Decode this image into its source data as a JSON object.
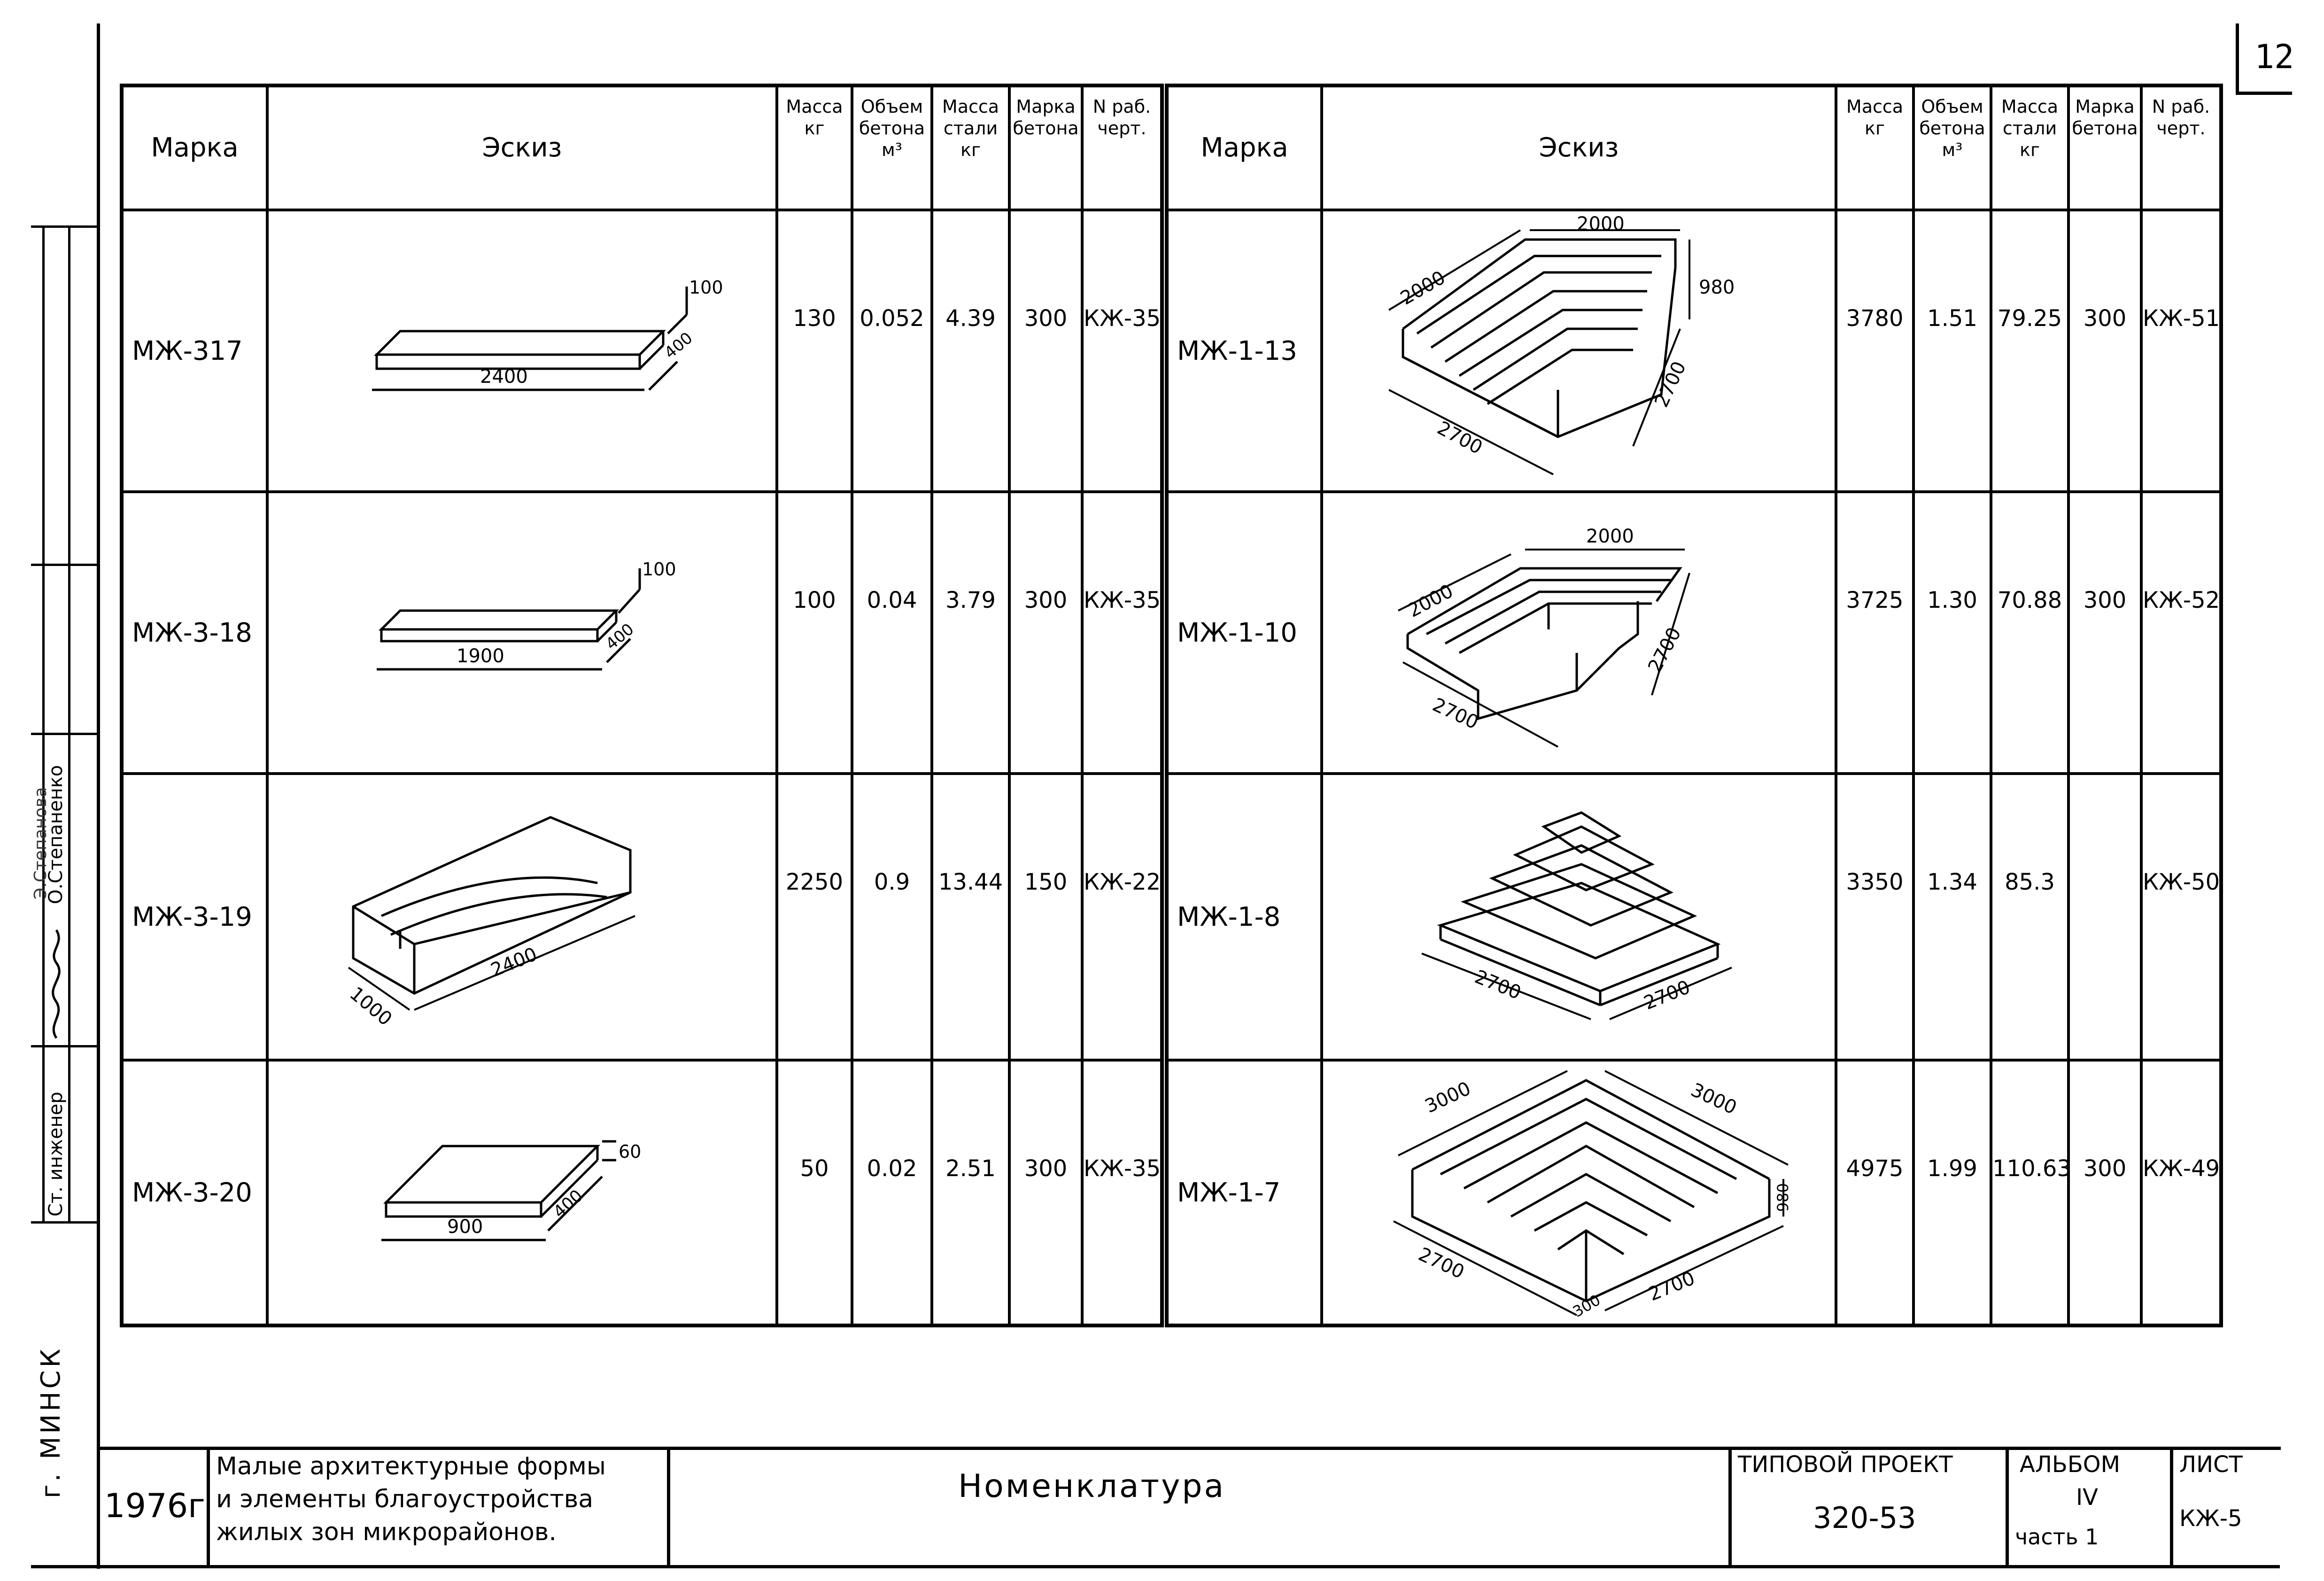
{
  "sheet_number": "12",
  "headers": {
    "mark": "Марка",
    "sketch": "Эскиз",
    "mass": "Масса кг",
    "concrete_volume": "Объем бетона м³",
    "steel_mass": "Масса стали кг",
    "concrete_grade": "Марка бетона",
    "drawing_no": "N раб. черт."
  },
  "left_rows": [
    {
      "mark": "МЖ-317",
      "mass": "130",
      "volume": "0.052",
      "steel": "4.39",
      "grade": "300",
      "drawing": "КЖ-35",
      "dims": [
        "100",
        "2400",
        "400"
      ]
    },
    {
      "mark": "МЖ-3-18",
      "mass": "100",
      "volume": "0.04",
      "steel": "3.79",
      "grade": "300",
      "drawing": "КЖ-35",
      "dims": [
        "100",
        "1900",
        "400"
      ]
    },
    {
      "mark": "МЖ-3-19",
      "mass": "2250",
      "volume": "0.9",
      "steel": "13.44",
      "grade": "150",
      "drawing": "КЖ-22",
      "dims": [
        "1000",
        "2400"
      ]
    },
    {
      "mark": "МЖ-3-20",
      "mass": "50",
      "volume": "0.02",
      "steel": "2.51",
      "grade": "300",
      "drawing": "КЖ-35",
      "dims": [
        "60",
        "900",
        "400"
      ]
    }
  ],
  "right_rows": [
    {
      "mark": "МЖ-1-13",
      "mass": "3780",
      "volume": "1.51",
      "steel": "79.25",
      "grade": "300",
      "drawing": "КЖ-51",
      "dims": [
        "2000",
        "2000",
        "980",
        "2700",
        "2700"
      ]
    },
    {
      "mark": "МЖ-1-10",
      "mass": "3725",
      "volume": "1.30",
      "steel": "70.88",
      "grade": "300",
      "drawing": "КЖ-52",
      "dims": [
        "2000",
        "2000",
        "2700",
        "2700"
      ]
    },
    {
      "mark": "МЖ-1-8",
      "mass": "3350",
      "volume": "1.34",
      "steel": "85.3",
      "grade": "",
      "drawing": "КЖ-50",
      "dims": [
        "2700",
        "2700"
      ]
    },
    {
      "mark": "МЖ-1-7",
      "mass": "4975",
      "volume": "1.99",
      "steel": "110.63",
      "grade": "300",
      "drawing": "КЖ-49",
      "dims": [
        "3000",
        "3000",
        "980",
        "2700",
        "300",
        "2700"
      ]
    }
  ],
  "title_block": {
    "year": "1976г",
    "project_title_lines": [
      "Малые архитектурные формы",
      "и элементы благоустройства",
      "жилых зон микрорайонов."
    ],
    "sheet_title": "Номенклатура",
    "typical_project_label": "ТИПОВОЙ ПРОЕКТ",
    "typical_project_number": "320-53",
    "album_label": "АЛЬБОМ",
    "album_number": "IV",
    "part": "часть 1",
    "sheet_label": "ЛИСТ",
    "sheet_code": "КЖ-5"
  },
  "side_stamp": {
    "city": "г. МИНСК",
    "role": "Ст. инженер",
    "name": "О.Степаненко",
    "name_partial": "Э.Степанова"
  }
}
